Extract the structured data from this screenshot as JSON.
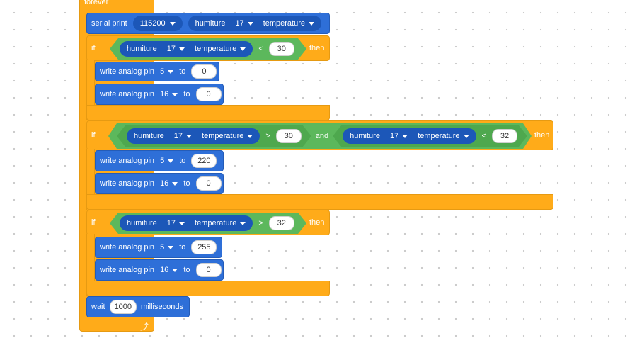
{
  "forever_label": "forever",
  "serial": {
    "label": "serial print",
    "baud": "115200",
    "sensor": "humiture",
    "pin": "17",
    "field": "temperature"
  },
  "if1": {
    "if_label": "if",
    "then_label": "then",
    "cond": {
      "sensor": "humiture",
      "pin": "17",
      "field": "temperature",
      "op": "<",
      "value": "30"
    },
    "writes": [
      {
        "label": "write analog pin",
        "pin": "5",
        "to": "to",
        "value": "0"
      },
      {
        "label": "write analog pin",
        "pin": "16",
        "to": "to",
        "value": "0"
      }
    ]
  },
  "if2": {
    "if_label": "if",
    "then_label": "then",
    "and_label": "and",
    "cond1": {
      "sensor": "humiture",
      "pin": "17",
      "field": "temperature",
      "op": ">",
      "value": "30"
    },
    "cond2": {
      "sensor": "humiture",
      "pin": "17",
      "field": "temperature",
      "op": "<",
      "value": "32"
    },
    "writes": [
      {
        "label": "write analog pin",
        "pin": "5",
        "to": "to",
        "value": "220"
      },
      {
        "label": "write analog pin",
        "pin": "16",
        "to": "to",
        "value": "0"
      }
    ]
  },
  "if3": {
    "if_label": "if",
    "then_label": "then",
    "cond": {
      "sensor": "humiture",
      "pin": "17",
      "field": "temperature",
      "op": ">",
      "value": "32"
    },
    "writes": [
      {
        "label": "write analog pin",
        "pin": "5",
        "to": "to",
        "value": "255"
      },
      {
        "label": "write analog pin",
        "pin": "16",
        "to": "to",
        "value": "0"
      }
    ]
  },
  "wait": {
    "label": "wait",
    "value": "1000",
    "unit": "milliseconds"
  },
  "loop_icon": "loop-arrow-icon"
}
